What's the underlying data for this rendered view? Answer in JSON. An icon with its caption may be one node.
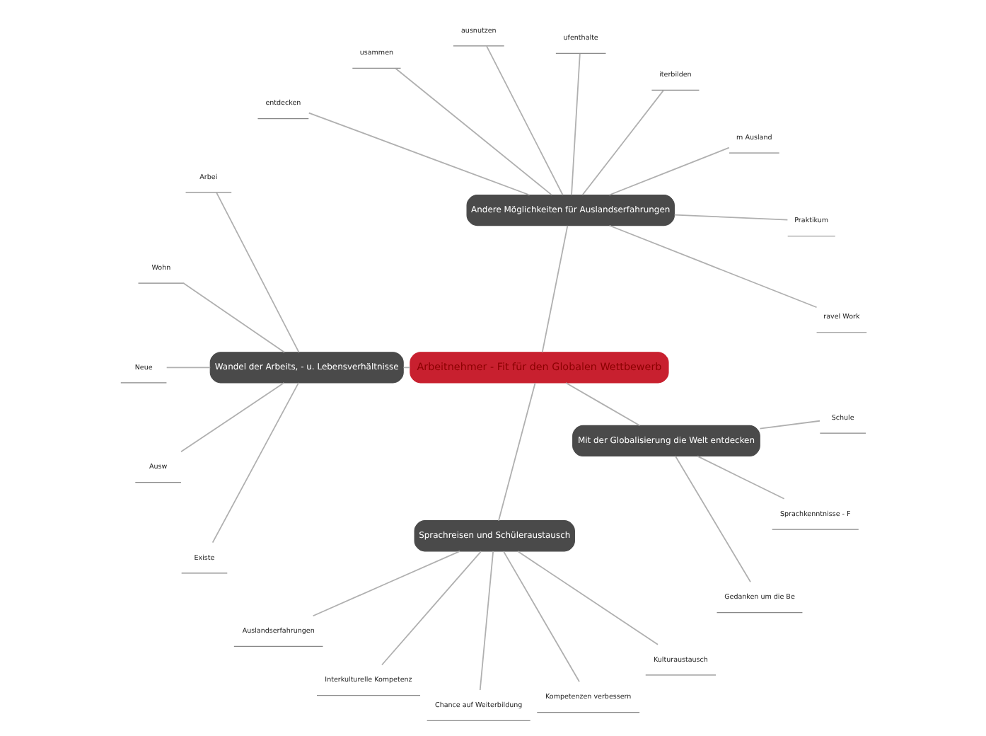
{
  "diagram": {
    "nodes": [
      {
        "text": [
          "Arbeitnehmer - Fit für den Globalen Wettbewerb"
        ]
      },
      {
        "text": [
          "Andere Möglichkeiten für Auslandserfahrungen"
        ]
      },
      {
        "text": [
          "ravel Work"
        ]
      },
      {
        "text": [
          "Praktikum"
        ]
      },
      {
        "text": [
          "m Ausland"
        ]
      },
      {
        "text": [
          "iterbilden"
        ]
      },
      {
        "text": [
          "ufenthalte"
        ]
      },
      {
        "text": [
          "ausnutzen"
        ]
      },
      {
        "text": [
          "usammen"
        ]
      },
      {
        "text": [
          "entdecken"
        ]
      },
      {
        "text": [
          "Wandel der Arbeits, - u. Lebensverhältnisse"
        ]
      },
      {
        "text": [
          "Arbei"
        ]
      },
      {
        "text": [
          "Wohn"
        ]
      },
      {
        "text": [
          "Neue"
        ]
      },
      {
        "text": [
          "Ausw"
        ]
      },
      {
        "text": [
          "Existe"
        ]
      },
      {
        "text": [
          "Sprachreisen und Schüleraustausch"
        ]
      },
      {
        "text": [
          "Auslandserfahrungen"
        ]
      },
      {
        "text": [
          "Interkulturelle Kompetenz"
        ]
      },
      {
        "text": [
          "Chance auf Weiterbildung"
        ]
      },
      {
        "text": [
          "Kompetenzen verbessern"
        ]
      },
      {
        "text": [
          "Kulturaustausch"
        ]
      },
      {
        "text": [
          "Mit der Globalisierung die Welt entdecken"
        ]
      },
      {
        "text": [
          "Gedanken um die Be"
        ]
      },
      {
        "text": [
          "Sprachkenntnisse - F"
        ]
      },
      {
        "text": [
          "Schule"
        ]
      }
    ],
    "edges": [
      {
        "from": 0,
        "to": 1,
        "arrow": "none"
      },
      {
        "from": 1,
        "to": 2,
        "arrow": "none"
      },
      {
        "from": 1,
        "to": 3,
        "arrow": "none"
      },
      {
        "from": 1,
        "to": 4,
        "arrow": "none"
      },
      {
        "from": 1,
        "to": 5,
        "arrow": "none"
      },
      {
        "from": 1,
        "to": 6,
        "arrow": "none"
      },
      {
        "from": 1,
        "to": 7,
        "arrow": "none"
      },
      {
        "from": 1,
        "to": 8,
        "arrow": "none"
      },
      {
        "from": 1,
        "to": 9,
        "arrow": "none"
      },
      {
        "from": 0,
        "to": 10,
        "arrow": "none"
      },
      {
        "from": 10,
        "to": 11,
        "arrow": "none"
      },
      {
        "from": 10,
        "to": 12,
        "arrow": "none"
      },
      {
        "from": 10,
        "to": 13,
        "arrow": "none"
      },
      {
        "from": 10,
        "to": 14,
        "arrow": "none"
      },
      {
        "from": 10,
        "to": 15,
        "arrow": "none"
      },
      {
        "from": 0,
        "to": 16,
        "arrow": "none"
      },
      {
        "from": 16,
        "to": 17,
        "arrow": "none"
      },
      {
        "from": 16,
        "to": 18,
        "arrow": "none"
      },
      {
        "from": 16,
        "to": 19,
        "arrow": "none"
      },
      {
        "from": 16,
        "to": 20,
        "arrow": "none"
      },
      {
        "from": 16,
        "to": 21,
        "arrow": "none"
      },
      {
        "from": 0,
        "to": 22,
        "arrow": "none"
      },
      {
        "from": 22,
        "to": 23,
        "arrow": "none"
      },
      {
        "from": 22,
        "to": 24,
        "arrow": "none"
      },
      {
        "from": 22,
        "to": 25,
        "arrow": "none"
      }
    ]
  }
}
